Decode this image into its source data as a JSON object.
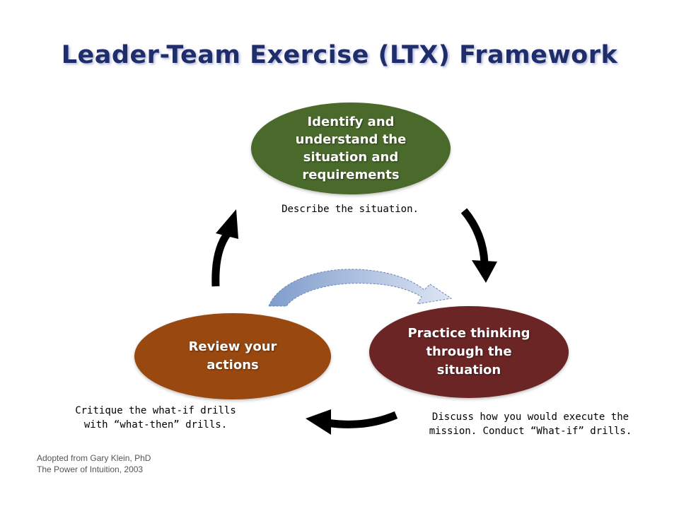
{
  "title": "Leader-Team Exercise (LTX) Framework",
  "nodes": {
    "top": {
      "label": "Identify and understand the situation and requirements",
      "color": "#4a6a2b"
    },
    "right": {
      "label": "Practice thinking through the situation",
      "color": "#6b2525"
    },
    "left": {
      "label": "Review your actions",
      "color": "#99480f"
    }
  },
  "descriptions": {
    "top": "Describe the situation.",
    "right": "Discuss how you would execute the mission. Conduct “What-if” drills.",
    "left": "Critique the what-if drills with “what-then” drills."
  },
  "footer": {
    "line1": "Adopted from Gary Klein, PhD",
    "line2": "The Power of Intuition, 2003"
  },
  "colors": {
    "title": "#1f2d6b",
    "arrow": "#000000",
    "inner_arrow": "#9ab0d8"
  }
}
